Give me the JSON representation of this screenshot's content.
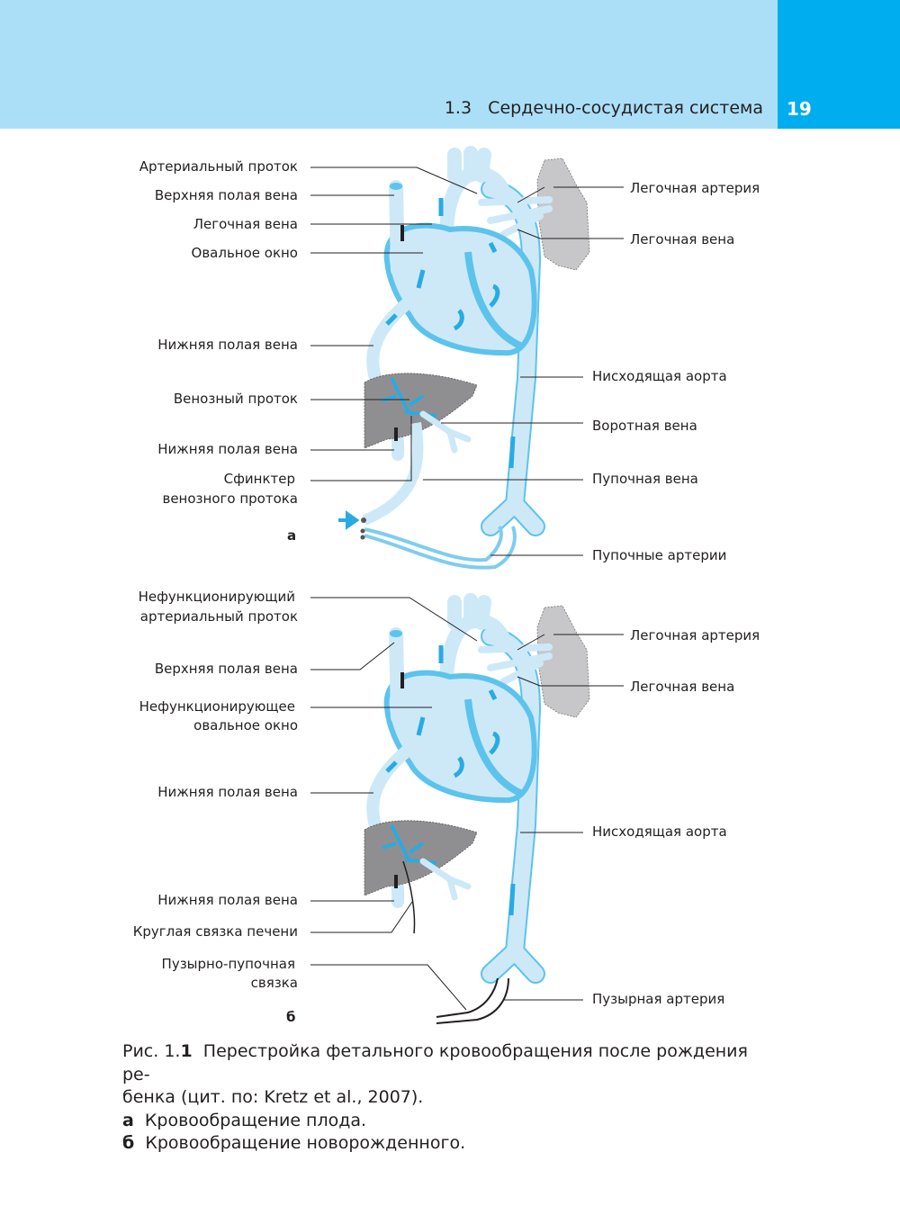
{
  "header": {
    "section": "1.3",
    "title": "Сердечно-сосудистая система",
    "page_number": "19",
    "colors": {
      "band": "#abdff7",
      "page_box": "#00adee"
    }
  },
  "figure": {
    "panel_a": {
      "letter": "а",
      "left_labels": [
        "Артериальный проток",
        "Верхняя полая вена",
        "Легочная вена",
        "Овальное окно",
        "Нижняя полая вена",
        "Венозный проток",
        "Нижняя полая вена",
        "Сфинктер",
        "венозного протока"
      ],
      "right_labels": [
        "Легочная артерия",
        "Легочная вена",
        "Нисходящая аорта",
        "Воротная вена",
        "Пупочная вена",
        "Пупочные артерии"
      ]
    },
    "panel_b": {
      "letter": "б",
      "left_labels": [
        "Нефункционирующий",
        "артериальный проток",
        "Верхняя полая вена",
        "Нефункционирующее",
        "овальное окно",
        "Нижняя полая вена",
        "Нижняя полая вена",
        "Круглая связка печени",
        "Пузырно-пупочная",
        "связка"
      ],
      "right_labels": [
        "Легочная артерия",
        "Легочная вена",
        "Нисходящая аорта",
        "Пузырная артерия"
      ]
    },
    "colors": {
      "vessel": "#cde9f8",
      "vessel_edge": "#5cc3ec",
      "flow": "#29abe2",
      "liver": "#8f8f91",
      "lung": "#c7c7c9"
    }
  },
  "caption": {
    "label": "Рис. 1.",
    "label_num": "1",
    "text_line1": "Перестройка фетального кровообращения после рождения ре-",
    "text_line2": "бенка (цит. по: Kretz et al., 2007).",
    "a_letter": "а",
    "a_text": "Кровообращение плода.",
    "b_letter": "б",
    "b_text": "Кровообращение новорожденного."
  }
}
